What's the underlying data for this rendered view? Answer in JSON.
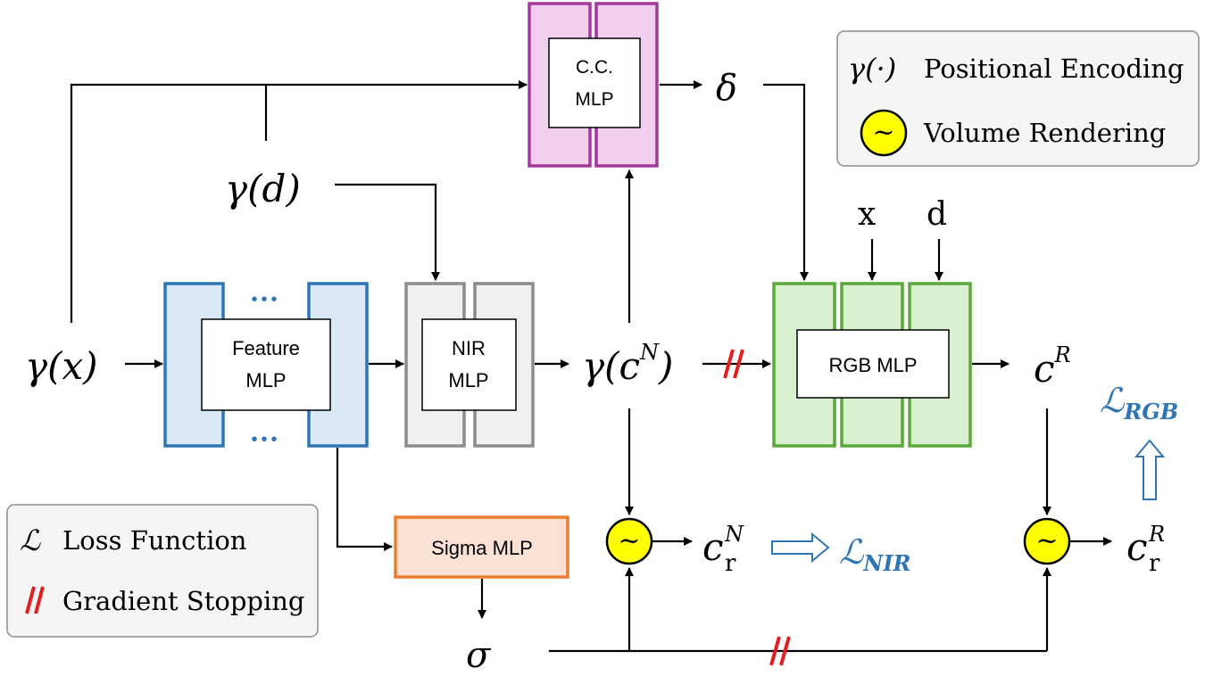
{
  "colors": {
    "cc_border": "#a3399b",
    "cc_fill": "#f2cfee",
    "feature_border": "#2e75b6",
    "feature_fill": "#dbe8f6",
    "nir_border": "#8c8c8c",
    "nir_fill": "#efefef",
    "rgb_border": "#5aa83a",
    "rgb_fill": "#d8f0cf",
    "sigma_border": "#ed7d31",
    "sigma_fill": "#fbe1d4",
    "grad_stop": "#e02020",
    "loss_blue": "#2e75b6",
    "volume_fill": "#ffff00"
  },
  "blocks": {
    "cc": {
      "line1": "C.C.",
      "line2": "MLP"
    },
    "feature": {
      "line1": "Feature",
      "line2": "MLP",
      "dots": "•••"
    },
    "nir": {
      "line1": "NIR",
      "line2": "MLP"
    },
    "rgb": {
      "label": "RGB MLP"
    },
    "sigma": {
      "label": "Sigma MLP"
    }
  },
  "symbols": {
    "gamma_x": "γ(x)",
    "gamma_d": "γ(d)",
    "gamma_cn": "γ(c",
    "gamma_cn_sup": "N",
    "gamma_cn_close": ")",
    "delta": "δ",
    "x_in": "x",
    "d_in": "d",
    "cr_base": "c",
    "cr_sup": "R",
    "crn_base": "c",
    "crn_sub": "r",
    "crn_sup": "N",
    "crr_base": "c",
    "crr_sub": "r",
    "crr_sup": "R",
    "sigma": "σ",
    "volume_glyph": "~",
    "loss_nir_base": "ℒ",
    "loss_nir_sub": "NIR",
    "loss_rgb_base": "ℒ",
    "loss_rgb_sub": "RGB"
  },
  "legend_top": {
    "positional_symbol": "γ(·)",
    "positional_label": "Positional Encoding",
    "volume_label": "Volume Rendering"
  },
  "legend_bottom": {
    "loss_symbol": "ℒ",
    "loss_label": "Loss Function",
    "gradient_symbol": "//",
    "gradient_label": "Gradient Stopping"
  }
}
